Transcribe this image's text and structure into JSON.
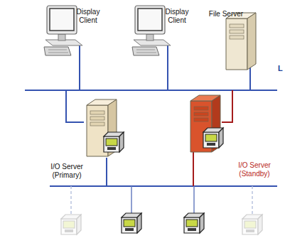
{
  "diagram": {
    "nodes": [
      {
        "text": [
          "Display Client"
        ]
      },
      {
        "text": [
          "Display Client"
        ]
      },
      {
        "text": [
          "File Server"
        ]
      },
      {
        "text": [
          "I/O Server (Primary)"
        ]
      },
      {
        "text": [
          "I/O Server (Standby)"
        ]
      }
    ],
    "labels": [
      "L"
    ]
  }
}
